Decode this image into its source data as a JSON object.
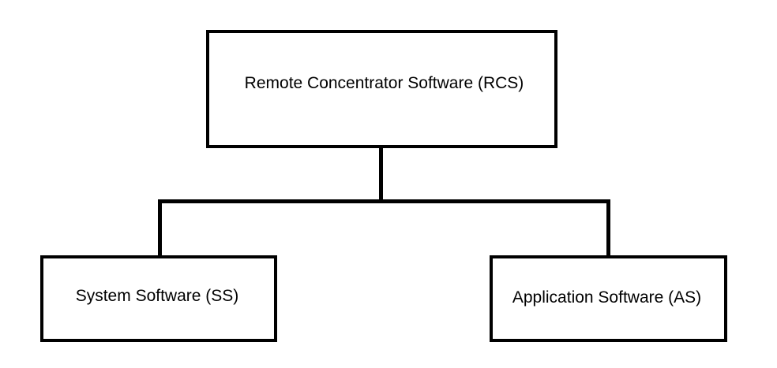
{
  "nodes": {
    "root": {
      "label": "Remote Concentrator Software (RCS)"
    },
    "left": {
      "label": "System Software (SS)"
    },
    "right": {
      "label": "Application Software (AS)"
    }
  },
  "colors": {
    "stroke": "#000000",
    "fill": "#ffffff",
    "text": "#000000"
  }
}
